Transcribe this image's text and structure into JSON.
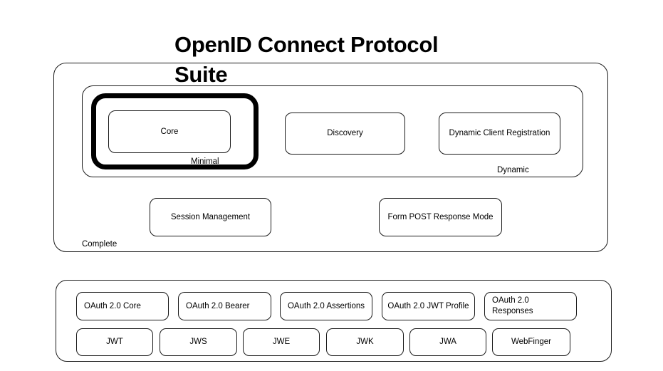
{
  "diagram": {
    "title": "OpenID Connect Protocol Suite",
    "background_color": "#ffffff",
    "line_color": "#1a1a1a",
    "emphasis_color": "#000000"
  },
  "groups": {
    "complete": {
      "label": "Complete"
    },
    "dynamic": {
      "label": "Dynamic"
    },
    "minimal": {
      "label": "Minimal"
    },
    "foundation": {
      "label": ""
    }
  },
  "components": {
    "core": "Core",
    "discovery": "Discovery",
    "dynamic_client_registration": "Dynamic Client Registration",
    "session_management": "Session Management",
    "form_post_response_mode": "Form POST Response Mode"
  },
  "foundation": {
    "row1": [
      "OAuth 2.0 Core",
      "OAuth 2.0 Bearer",
      "OAuth 2.0 Assertions",
      "OAuth 2.0 JWT Profile",
      "OAuth 2.0 Responses"
    ],
    "row2": [
      "JWT",
      "JWS",
      "JWE",
      "JWK",
      "JWA",
      "WebFinger"
    ]
  }
}
